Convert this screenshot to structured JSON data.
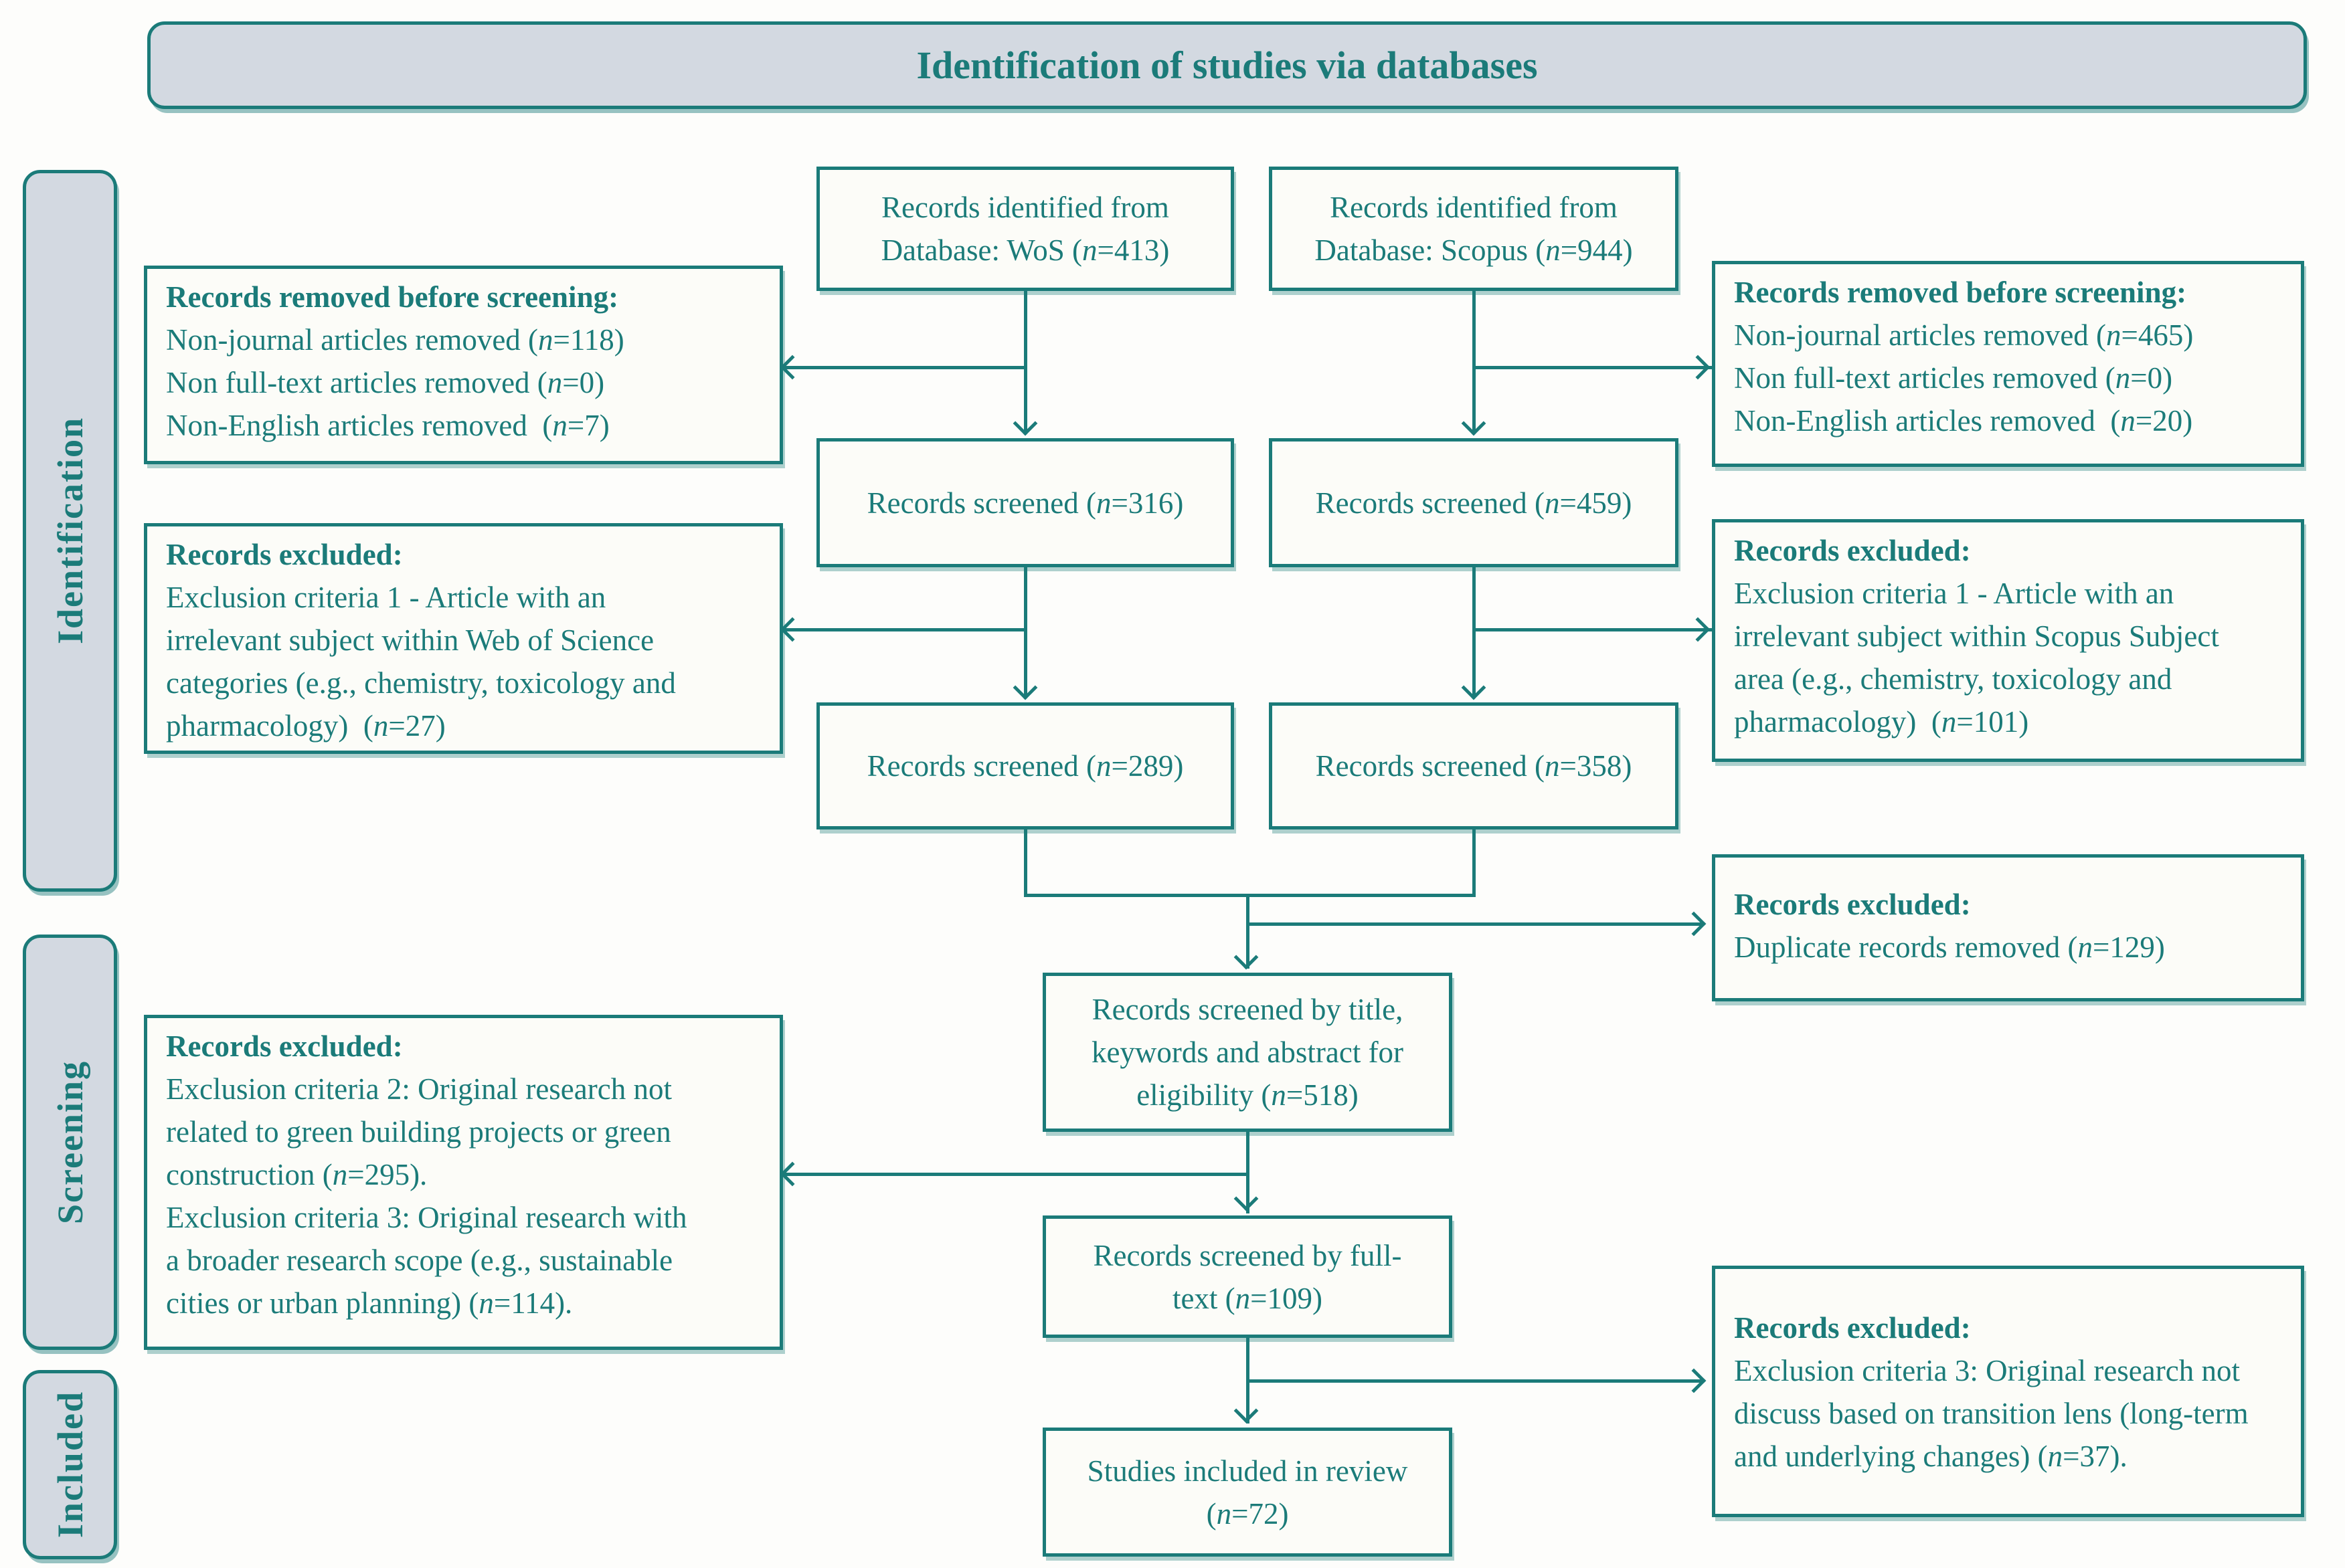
{
  "colors": {
    "teal": "#1b7b79",
    "panel_fill": "#d3d9e1",
    "box_fill": "#fcfcf8",
    "page_bg": "#fdfdfb"
  },
  "header": {
    "title": "Identification of studies via databases"
  },
  "sidebar": {
    "identification": "Identification",
    "screening": "Screening",
    "included": "Included"
  },
  "boxes": {
    "wos": {
      "text": "Records identified from\nDatabase: WoS (*n*=413)"
    },
    "scopus": {
      "text": "Records identified from\nDatabase: Scopus (*n*=944)"
    },
    "left_removed": {
      "title": "Records removed before screening:",
      "lines": [
        "Non-journal articles removed (*n*=118)",
        "Non full-text articles removed (*n*=0)",
        "Non-English articles removed  (*n*=7)"
      ]
    },
    "right_removed": {
      "title": "Records removed before screening:",
      "lines": [
        "Non-journal articles removed (*n*=465)",
        "Non full-text articles removed (*n*=0)",
        "Non-English articles removed  (*n*=20)"
      ]
    },
    "screened_wos": {
      "text": "Records screened (*n*=316)"
    },
    "screened_scopus": {
      "text": "Records screened (*n*=459)"
    },
    "excluded_wos": {
      "title": "Records excluded:",
      "body": "Exclusion criteria 1 - Article with an\nirrelevant subject within Web of Science\ncategories (e.g., chemistry, toxicology and\npharmacology)  (*n*=27)"
    },
    "excluded_scopus": {
      "title": "Records excluded:",
      "body": "Exclusion criteria 1 - Article with an\nirrelevant subject within Scopus Subject\narea (e.g., chemistry, toxicology and\npharmacology)  (*n*=101)"
    },
    "screened_wos2": {
      "text": "Records screened (*n*=289)"
    },
    "screened_scopus2": {
      "text": "Records screened (*n*=358)"
    },
    "duplicates": {
      "title": "Records excluded:",
      "body": "Duplicate records removed (*n*=129)"
    },
    "title_screen": {
      "text": "Records screened by title,\nkeywords and abstract for\neligibility (*n*=518)"
    },
    "excluded_criteria23": {
      "title": "Records excluded:",
      "body": "Exclusion criteria 2: Original research not\nrelated to green building projects or green\nconstruction (*n*=295).\nExclusion criteria 3: Original research with\na broader research scope (e.g., sustainable\ncities or urban planning) (*n*=114)."
    },
    "fulltext": {
      "text": "Records screened by full-\ntext (*n*=109)"
    },
    "excluded_transition": {
      "title": "Records excluded:",
      "body": "Exclusion criteria 3: Original research not\ndiscuss based on transition lens (long-term\nand underlying changes) (*n*=37)."
    },
    "included_review": {
      "text": "Studies included in review\n(*n*=72)"
    }
  }
}
